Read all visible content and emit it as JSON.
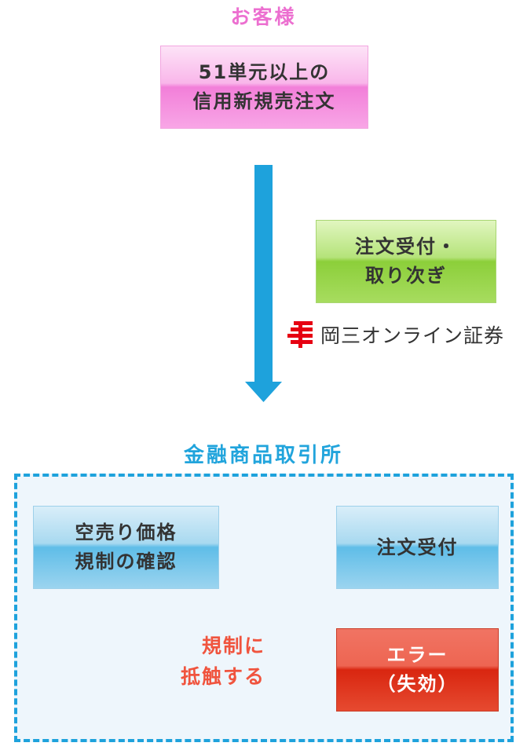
{
  "customer": {
    "title": "お客様",
    "order_line1": "51単元以上の",
    "order_line2": "信用新規売注文"
  },
  "broker": {
    "step_line1": "注文受付・",
    "step_line2": "取り次ぎ",
    "brand_name": "岡三オンライン証券"
  },
  "exchange": {
    "title": "金融商品取引所",
    "check_line1": "空売り価格",
    "check_line2": "規制の確認",
    "accept_label": "注文受付",
    "violation_line1": "規制に",
    "violation_line2": "抵触する",
    "error_line1": "エラー",
    "error_line2": "（失効）"
  },
  "colors": {
    "customer_pink": "#ec6fd0",
    "exchange_blue": "#21a4dc",
    "arrow_blue": "#1ea2dc",
    "error_red": "#f0543e",
    "broker_green": "#8ccf3a",
    "brand_red": "#e60012"
  }
}
